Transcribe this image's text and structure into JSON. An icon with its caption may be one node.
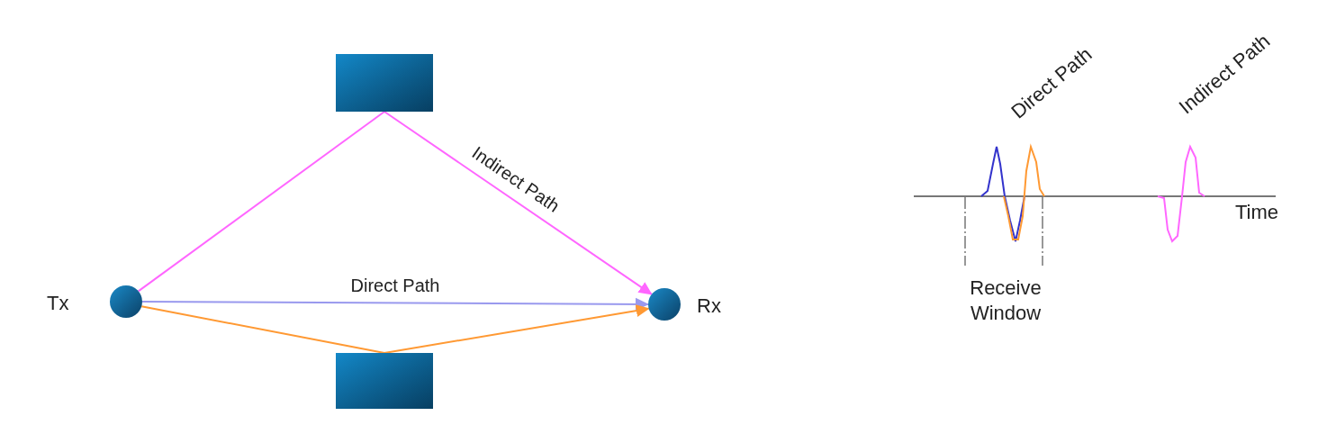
{
  "diagram": {
    "nodes": [
      {
        "text": [],
        "shape": "box"
      },
      {
        "text": [],
        "shape": "circle",
        "beside": [
          "Tx"
        ]
      },
      {
        "text": [],
        "shape": "circle",
        "beside": [
          "Rx"
        ]
      },
      {
        "text": [],
        "shape": "box"
      }
    ],
    "edges": [
      {
        "from": 1,
        "to": 0,
        "arrow": "none",
        "color": "#ff66ff"
      },
      {
        "from": 0,
        "to": 2,
        "arrow": "to",
        "label": "Indirect Path",
        "color": "#ff66ff"
      },
      {
        "from": 1,
        "to": 2,
        "arrow": "to",
        "label": "Direct Path",
        "color": "#9999ee"
      },
      {
        "from": 1,
        "to": 3,
        "arrow": "none",
        "color": "#ff9933"
      },
      {
        "from": 3,
        "to": 2,
        "arrow": "to",
        "color": "#ff9933"
      }
    ],
    "labels": [
      "Direct Path",
      "Indirect Path",
      "Time",
      "Receive Window"
    ]
  }
}
